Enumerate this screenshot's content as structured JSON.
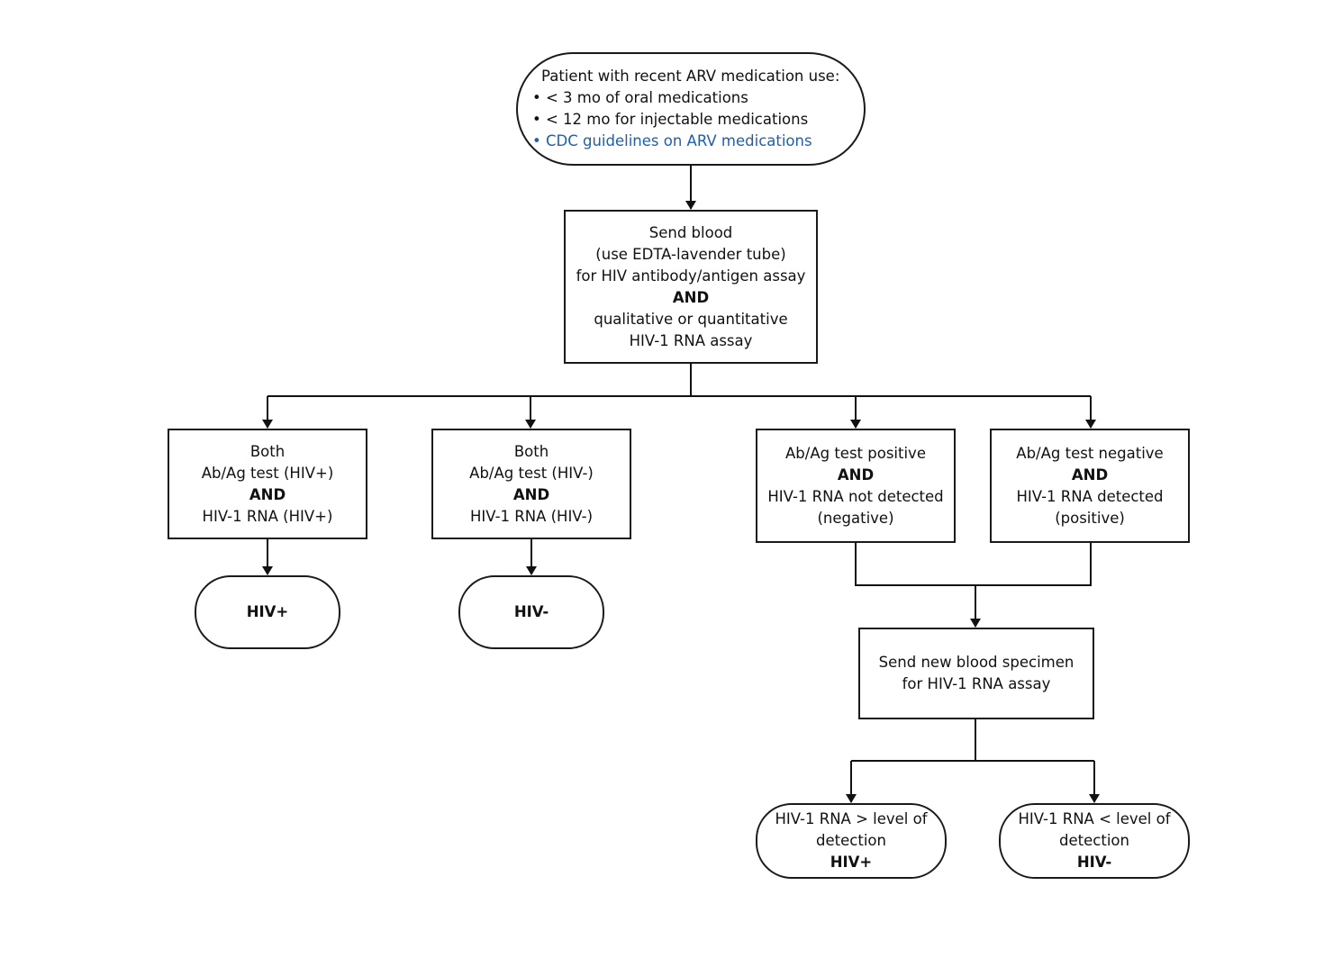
{
  "start": {
    "title": "Patient with recent ARV medication use:",
    "bullets": [
      "• < 3 mo of oral medications",
      "• < 12 mo for injectable medications"
    ],
    "link": "• CDC guidelines on ARV medications"
  },
  "send_blood": {
    "lines": [
      "Send blood",
      "(use EDTA-lavender tube)",
      "for HIV antibody/antigen assay"
    ],
    "and": "AND",
    "lines2": [
      "qualitative or quantitative",
      "HIV-1 RNA assay"
    ]
  },
  "branches": {
    "both_pos": {
      "l1": "Both",
      "l2": "Ab/Ag test (HIV+)",
      "and": "AND",
      "l3": "HIV-1 RNA (HIV+)"
    },
    "both_neg": {
      "l1": "Both",
      "l2": "Ab/Ag test (HIV-)",
      "and": "AND",
      "l3": "HIV-1 RNA (HIV-)"
    },
    "ab_pos": {
      "l1": "Ab/Ag test positive",
      "and": "AND",
      "l2": "HIV-1 RNA not detected",
      "l3": "(negative)"
    },
    "ab_neg": {
      "l1": "Ab/Ag test negative",
      "and": "AND",
      "l2": "HIV-1 RNA detected",
      "l3": "(positive)"
    }
  },
  "outcomes": {
    "hiv_pos": "HIV+",
    "hiv_neg": "HIV-"
  },
  "send_new": {
    "l1": "Send new blood specimen",
    "l2": "for HIV-1 RNA assay"
  },
  "final": {
    "above": {
      "l1": "HIV-1 RNA > level of",
      "l2": "detection",
      "result": "HIV+"
    },
    "below": {
      "l1": "HIV-1 RNA < level of",
      "l2": "detection",
      "result": "HIV-"
    }
  }
}
